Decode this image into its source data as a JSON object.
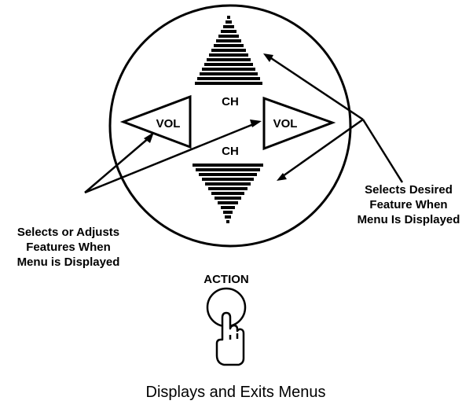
{
  "remote": {
    "ch_up_label": "CH",
    "ch_down_label": "CH",
    "vol_left_label": "VOL",
    "vol_right_label": "VOL",
    "action_label": "ACTION"
  },
  "callouts": {
    "selects_adjusts": [
      "Selects or Adjusts",
      "Features When",
      "Menu is Displayed"
    ],
    "selects_desired": [
      "Selects Desired",
      "Feature When",
      "Menu Is Displayed"
    ]
  },
  "caption": "Displays and Exits Menus",
  "colors": {
    "ink": "#000000",
    "background": "#ffffff"
  }
}
